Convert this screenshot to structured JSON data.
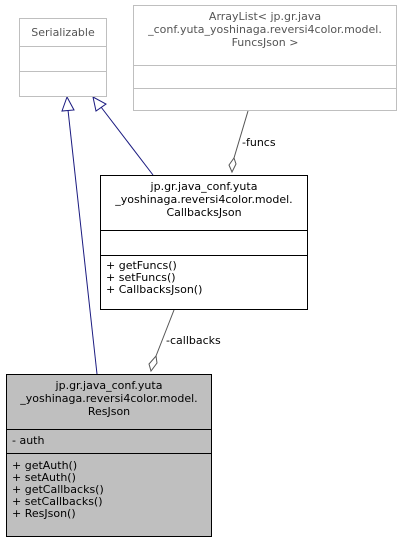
{
  "classes": {
    "serializable": {
      "name": "Serializable"
    },
    "arraylist": {
      "name_lines": [
        "ArrayList< jp.gr.java",
        "_conf.yuta_yoshinaga.reversi4color.model.",
        "FuncsJson >"
      ]
    },
    "callbacks_json": {
      "name_lines": [
        "jp.gr.java_conf.yuta",
        "_yoshinaga.reversi4color.model.",
        "CallbacksJson"
      ],
      "methods": [
        "+ getFuncs()",
        "+ setFuncs()",
        "+ CallbacksJson()"
      ]
    },
    "res_json": {
      "name_lines": [
        "jp.gr.java_conf.yuta",
        "_yoshinaga.reversi4color.model.",
        "ResJson"
      ],
      "attributes": [
        "- auth"
      ],
      "methods": [
        "+ getAuth()",
        "+ setAuth()",
        "+ getCallbacks()",
        "+ setCallbacks()",
        "+ ResJson()"
      ]
    }
  },
  "relations": {
    "funcs_label": "-funcs",
    "callbacks_label": "-callbacks"
  },
  "colors": {
    "inherit_arrow": "#1a1a80",
    "focus_fill": "#bfbfbf",
    "faded_border": "#bfbfbf"
  }
}
